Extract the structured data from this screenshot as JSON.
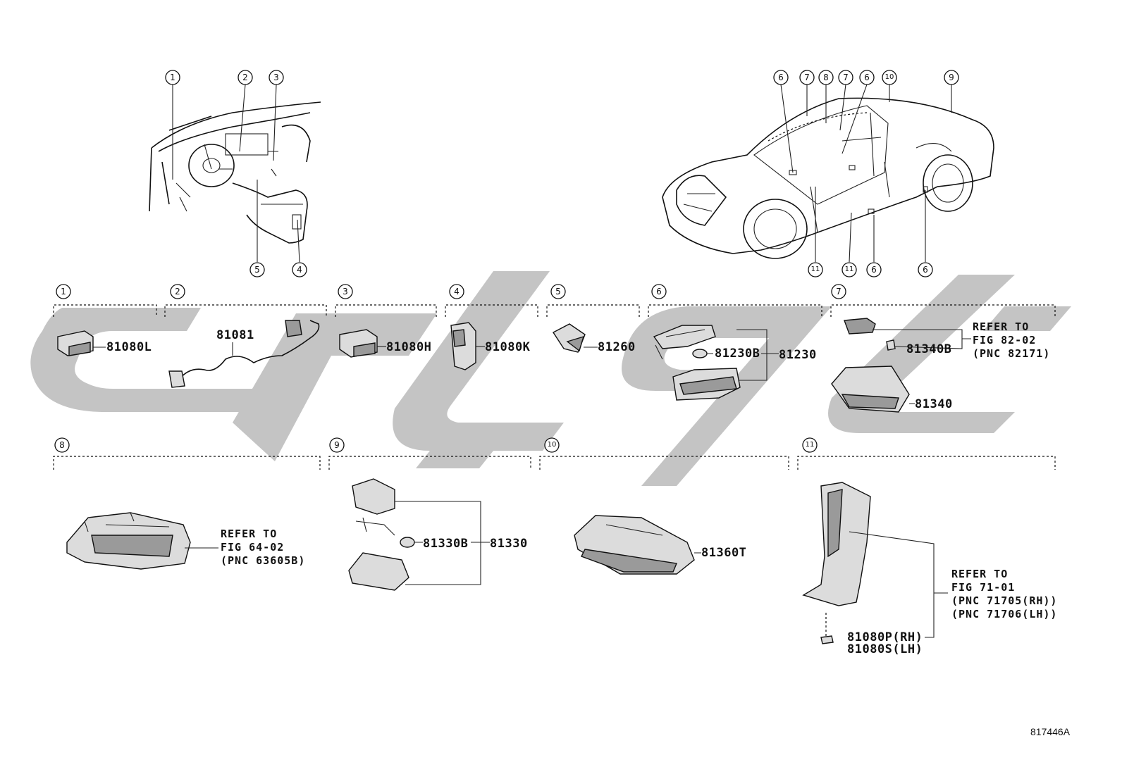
{
  "diagram_code": "817446A",
  "callouts": [
    "1",
    "2",
    "3",
    "4",
    "5",
    "6",
    "7",
    "8",
    "9",
    "10",
    "11"
  ],
  "parts": {
    "p81080L": "81080L",
    "p81081": "81081",
    "p81080H": "81080H",
    "p81080K": "81080K",
    "p81260": "81260",
    "p81230B": "81230B",
    "p81230": "81230",
    "p81340B": "81340B",
    "p81340": "81340",
    "p81330B": "81330B",
    "p81330": "81330",
    "p81360T": "81360T",
    "p81080P": "81080P(RH)",
    "p81080S": "81080S(LH)"
  },
  "refs": {
    "r7": "REFER TO\nFIG 82-02\n(PNC 82171)",
    "r8": "REFER TO\nFIG 64-02\n(PNC 63605B)",
    "r11": "REFER TO\nFIG 71-01\n(PNC 71705(RH))\n(PNC 71706(LH))"
  },
  "colors": {
    "watermark": "#c4c4c4",
    "line": "#111111"
  }
}
